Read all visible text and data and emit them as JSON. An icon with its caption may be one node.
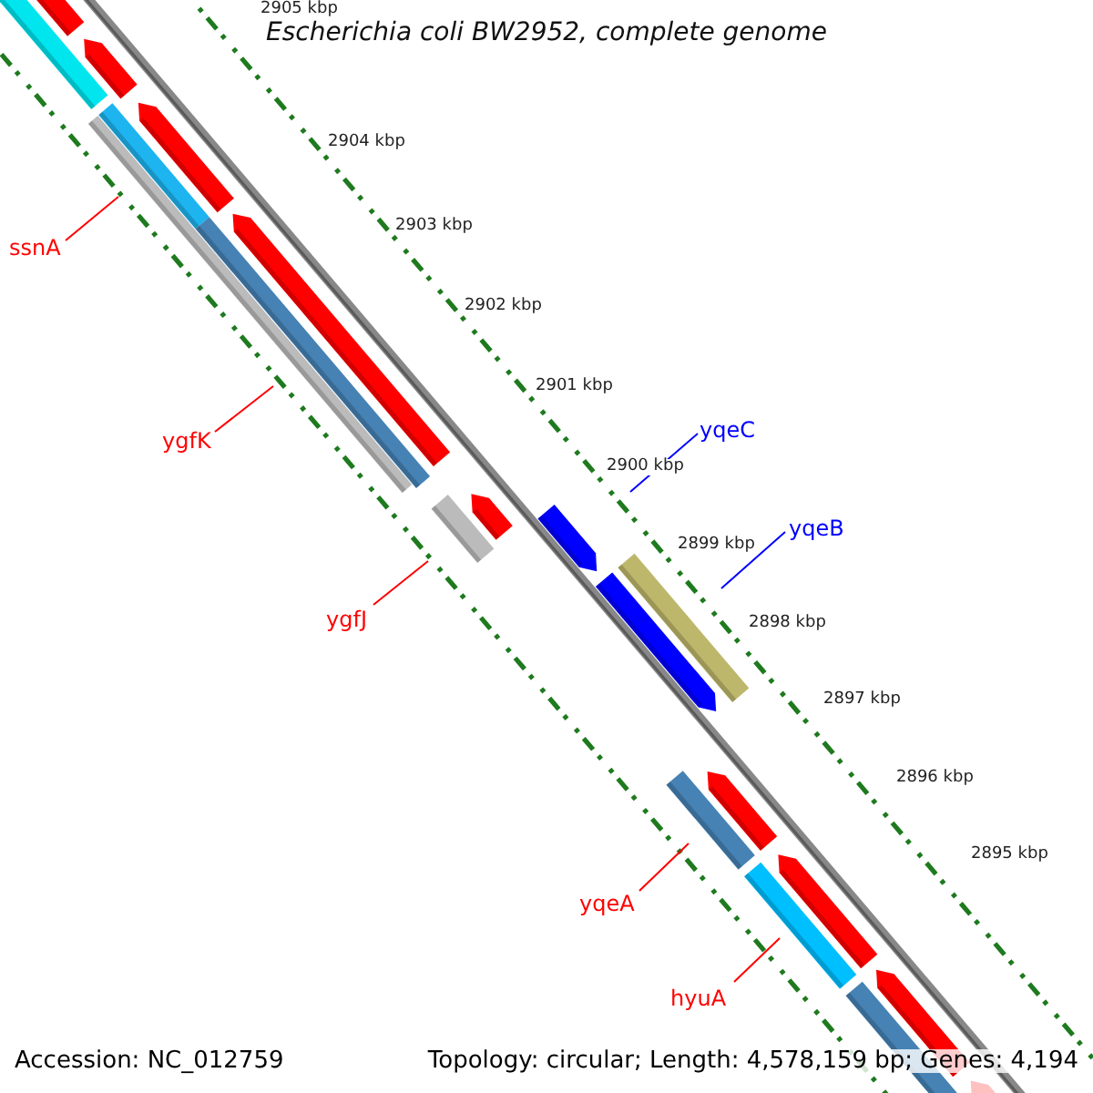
{
  "diagram": {
    "title": "Escherichia coli BW2952, complete genome",
    "nodes": [
      {
        "text": [
          "ssnA"
        ]
      },
      {
        "text": [
          "ygfK"
        ]
      },
      {
        "text": [
          "ygfJ"
        ]
      },
      {
        "text": [
          "yqeC"
        ]
      },
      {
        "text": [
          "yqeB"
        ]
      },
      {
        "text": [
          "yqeA"
        ]
      },
      {
        "text": [
          "hyuA"
        ]
      }
    ],
    "edges": [
      {
        "from": 0,
        "to": null,
        "arrow": "none"
      },
      {
        "from": 1,
        "to": null,
        "arrow": "none"
      },
      {
        "from": 2,
        "to": null,
        "arrow": "none"
      },
      {
        "from": 3,
        "to": null,
        "arrow": "none",
        "color": "#0000ff"
      },
      {
        "from": 4,
        "to": null,
        "arrow": "none",
        "color": "#0000ff"
      },
      {
        "from": 5,
        "to": null,
        "arrow": "none"
      },
      {
        "from": 6,
        "to": null,
        "arrow": "none"
      }
    ],
    "labels": [
      "2905 kbp",
      "2904 kbp",
      "2903 kbp",
      "2902 kbp",
      "2901 kbp",
      "2900 kbp",
      "2899 kbp",
      "2898 kbp",
      "2897 kbp",
      "2896 kbp",
      "2895 kbp",
      "Accession: NC_012759",
      "Topology: circular; Length: 4,578,159 bp; Genes: 4,194"
    ]
  }
}
